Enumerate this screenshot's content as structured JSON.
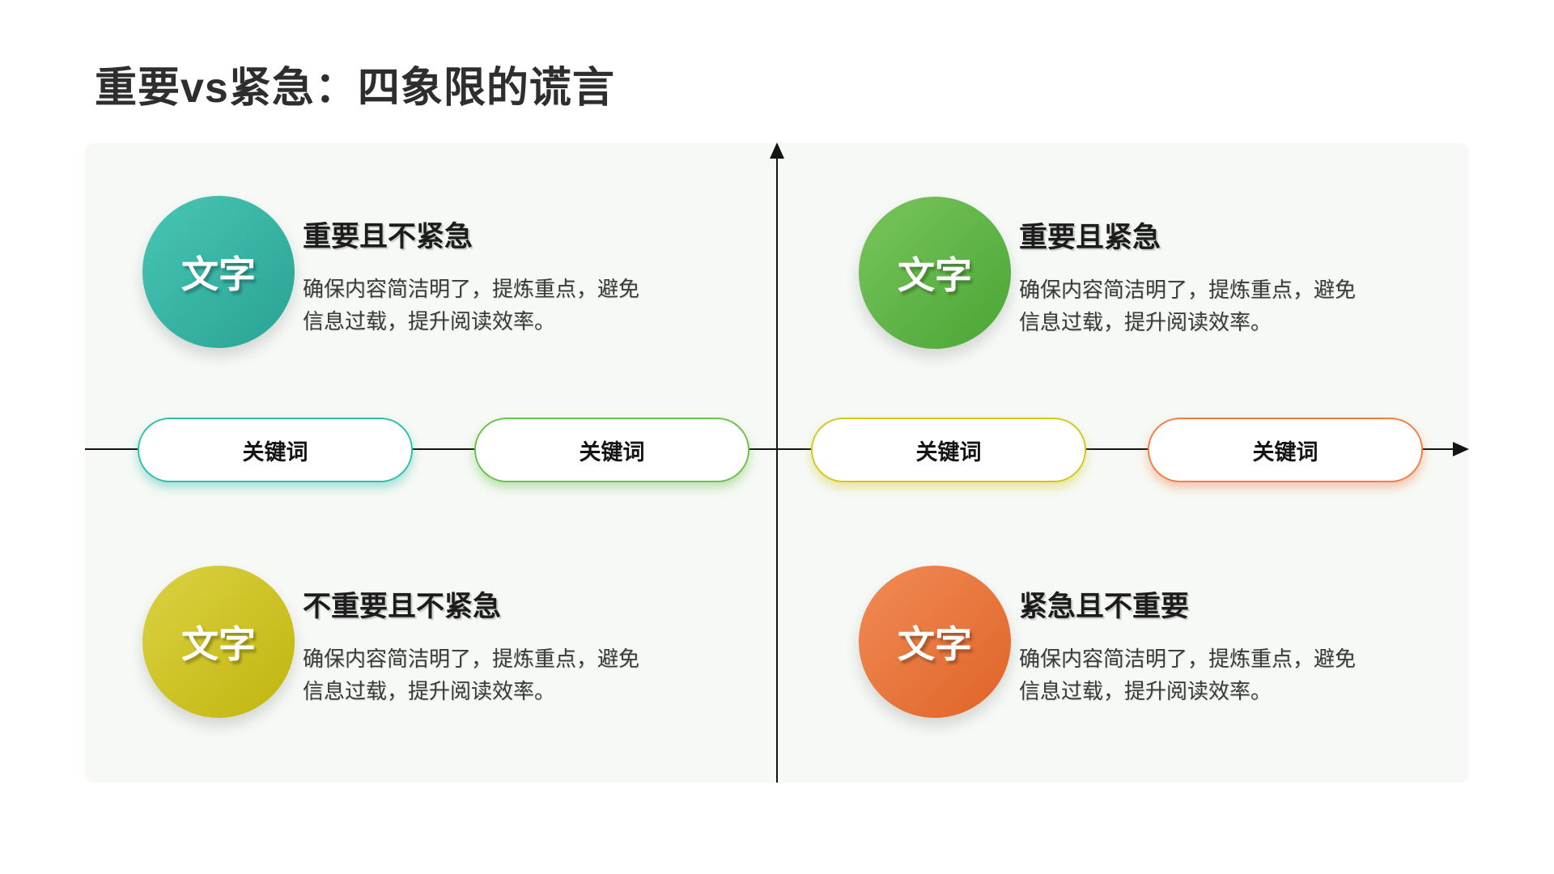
{
  "title": "重要vs紧急：四象限的谎言",
  "quadrants": [
    {
      "position": "top-left",
      "circle_label": "文字",
      "heading": "重要且不紧急",
      "body_line1": "确保内容简洁明了，提炼重点，避免",
      "body_line2": "信息过载，提升阅读效率。",
      "gradient": "linear-gradient(135deg, #48c6b4 0%, #28a294 100%)",
      "color": "#2fbfab"
    },
    {
      "position": "top-right",
      "circle_label": "文字",
      "heading": "重要且紧急",
      "body_line1": "确保内容简洁明了，提炼重点，避免",
      "body_line2": "信息过载，提升阅读效率。",
      "gradient": "linear-gradient(135deg, #79c65d 0%, #4aa534 100%)",
      "color": "#6cc04c"
    },
    {
      "position": "bottom-left",
      "circle_label": "文字",
      "heading": "不重要且不紧急",
      "body_line1": "确保内容简洁明了，提炼重点，避免",
      "body_line2": "信息过载，提升阅读效率。",
      "gradient": "linear-gradient(135deg, #dbd243 0%, #c0b50d 100%)",
      "color": "#d4c81f"
    },
    {
      "position": "bottom-right",
      "circle_label": "文字",
      "heading": "紧急且不重要",
      "body_line1": "确保内容简洁明了，提炼重点，避免",
      "body_line2": "信息过载，提升阅读效率。",
      "gradient": "linear-gradient(135deg, #f08c55 0%, #df6327 100%)",
      "color": "#f07e46"
    }
  ],
  "keywords": [
    {
      "label": "关键词",
      "border_color": "#2fbfab",
      "glow_color": "rgba(47,191,171,0.40)"
    },
    {
      "label": "关键词",
      "border_color": "#6cc04c",
      "glow_color": "rgba(108,192,76,0.40)"
    },
    {
      "label": "关键词",
      "border_color": "#d4c81f",
      "glow_color": "rgba(212,200,31,0.40)"
    },
    {
      "label": "关键词",
      "border_color": "#f07e46",
      "glow_color": "rgba(240,126,70,0.40)"
    }
  ],
  "axis_color": "#141414",
  "panel_background": "#f6f9f5"
}
